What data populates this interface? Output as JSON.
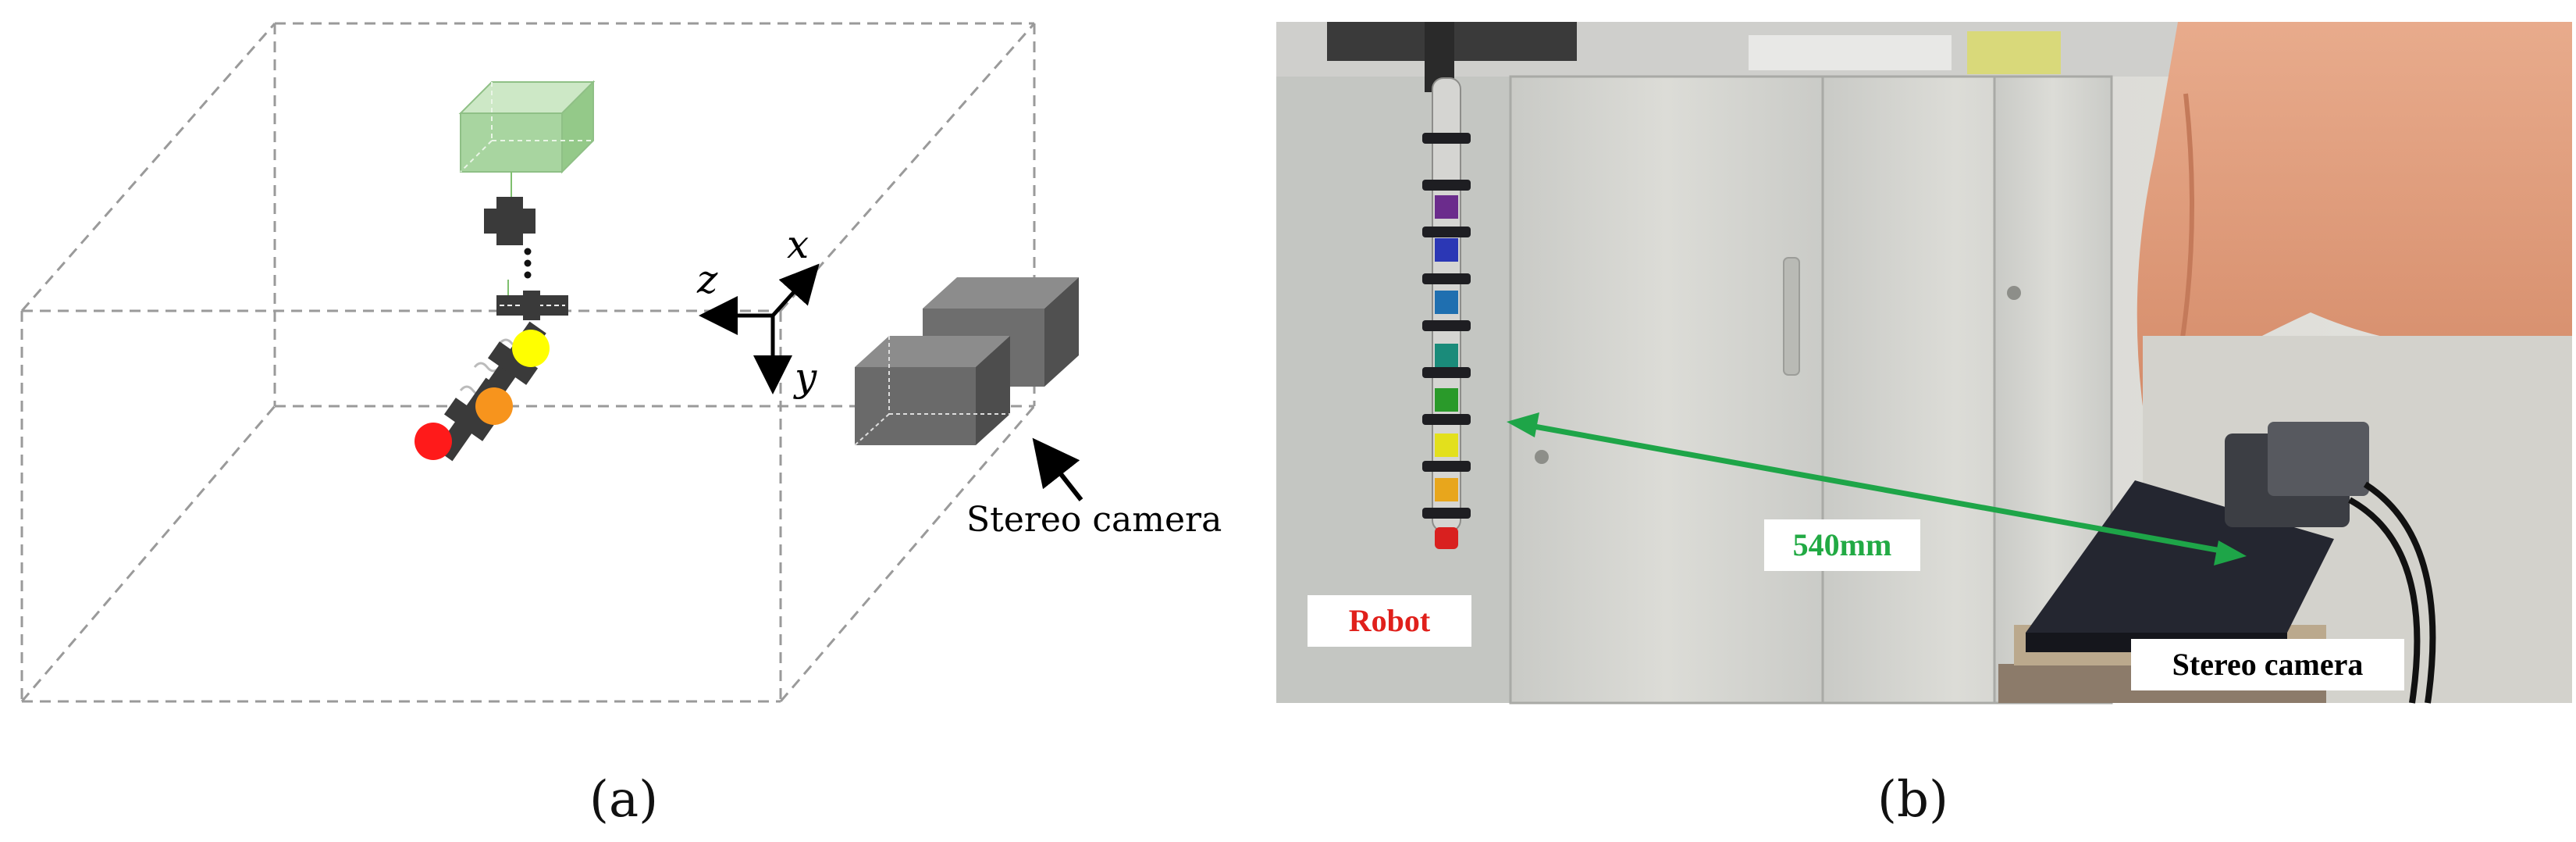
{
  "panel_a": {
    "caption": "(a)",
    "axes": {
      "x": "x",
      "y": "y",
      "z": "z"
    },
    "camera_label": "Stereo camera",
    "marker_colors": {
      "red": "#ff1a1a",
      "orange": "#f7941d",
      "yellow": "#ffff00"
    },
    "target_color": "#a8d5a0"
  },
  "panel_b": {
    "caption": "(b)",
    "robot_label": "Robot",
    "robot_label_color": "#e0201b",
    "distance_label": "540mm",
    "distance_color": "#22aa44",
    "camera_label": "Stereo camera"
  }
}
